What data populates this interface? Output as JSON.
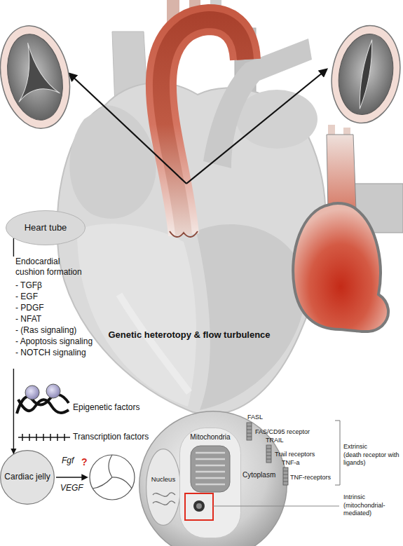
{
  "diagram": {
    "nodes": [
      {
        "text": [
          "Heart tube"
        ]
      },
      {
        "text": [
          "Cardiac jelly"
        ]
      },
      {
        "text": [
          "Cytoplasm"
        ]
      },
      {
        "text": [
          "Nucleus"
        ],
        "in": 2
      },
      {
        "text": [
          "Mitochondria"
        ],
        "in": 2
      }
    ],
    "edges": [
      {
        "from": 0,
        "to": 1,
        "arrow": "to"
      }
    ],
    "labels": [
      "Endocardial cushion formation",
      "- TGFβ",
      "- EGF",
      "- PDGF",
      "- NFAT",
      "- (Ras signaling)",
      "- Apoptosis signaling",
      "- NOTCH signaling",
      "Genetic heterotopy & flow turbulence",
      "Epigenetic factors",
      "Transcription factors",
      "Fgf",
      "?",
      "VEGF",
      "FASL",
      "FAS/CD95 receptor",
      "TRAIL",
      "Trail receptors",
      "TNF-a",
      "TNF-receptors",
      "Extrinsic",
      "(death receptor with ligands)",
      "Intrinsic",
      "(mitochondrial-mediated)"
    ]
  }
}
